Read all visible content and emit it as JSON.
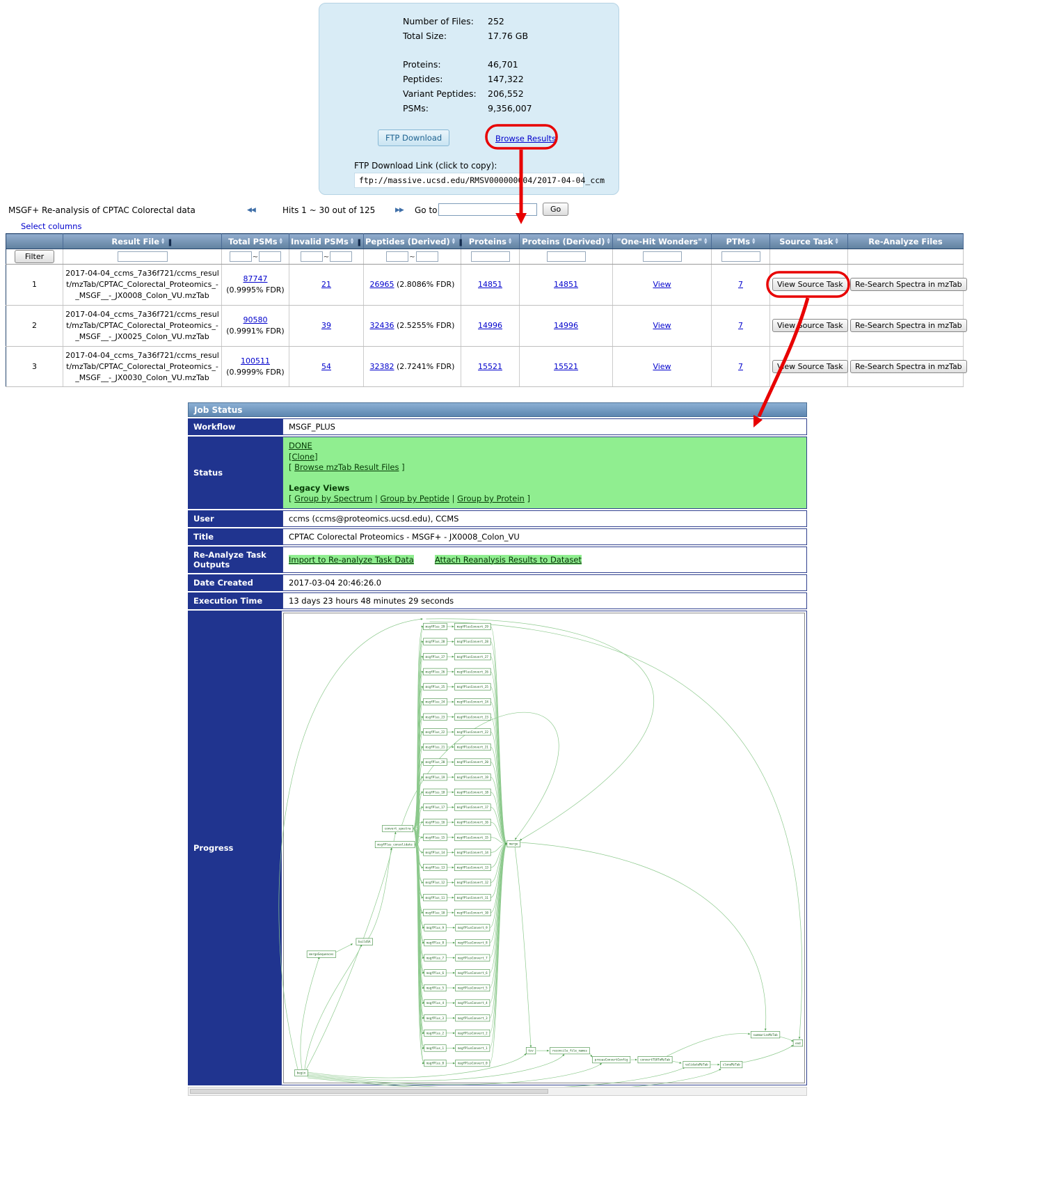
{
  "summary_panel": {
    "rows": [
      {
        "label": "Number of Files:",
        "value": "252"
      },
      {
        "label": "Total Size:",
        "value": "17.76 GB"
      },
      {
        "label": "Proteins:",
        "value": "46,701",
        "gap_before": true
      },
      {
        "label": "Peptides:",
        "value": "147,322"
      },
      {
        "label": "Variant Peptides:",
        "value": "206,552"
      },
      {
        "label": "PSMs:",
        "value": "9,356,007"
      }
    ],
    "ftp_download_label": "FTP Download",
    "browse_results_label": "Browse Results",
    "ftp_link_caption": "FTP Download Link (click to copy):",
    "ftp_link_url": "ftp://massive.ucsd.edu/RMSV000000004/2017-04-04_ccm"
  },
  "results_table": {
    "title": "MSGF+ Re-analysis of CPTAC Colorectal data",
    "hits_text": "Hits 1 ~ 30 out of 125",
    "goto_label": "Go to",
    "go_button_label": "Go",
    "select_columns_label": "Select columns",
    "filter_button_label": "Filter",
    "icons": {
      "pager_prev": "◀◀",
      "pager_next": "▶▶",
      "sort_asc": "▲",
      "sort_desc": "▼",
      "header_divider": "❚"
    },
    "columns": [
      {
        "label": "",
        "sortable": false,
        "divider": false,
        "filter": "button"
      },
      {
        "label": "Result File",
        "sortable": true,
        "divider": true,
        "filter": "single-wide"
      },
      {
        "label": "Total PSMs",
        "sortable": true,
        "divider": false,
        "filter": "range"
      },
      {
        "label": "Invalid PSMs",
        "sortable": true,
        "divider": true,
        "filter": "range"
      },
      {
        "label": "Peptides (Derived)",
        "sortable": true,
        "divider": true,
        "filter": "range"
      },
      {
        "label": "Proteins",
        "sortable": true,
        "divider": false,
        "filter": "single"
      },
      {
        "label": "Proteins (Derived)",
        "sortable": true,
        "divider": false,
        "filter": "single"
      },
      {
        "label": "\"One-Hit Wonders\"",
        "sortable": true,
        "divider": false,
        "filter": "single"
      },
      {
        "label": "PTMs",
        "sortable": true,
        "divider": false,
        "filter": "single"
      },
      {
        "label": "Source Task",
        "sortable": true,
        "divider": false,
        "filter": "none"
      },
      {
        "label": "Re-Analyze Files",
        "sortable": false,
        "divider": false,
        "filter": "none"
      }
    ],
    "source_task_button_label": "View Source Task",
    "reanalyze_button_label": "Re-Search Spectra in mzTab",
    "rows": [
      {
        "index": "1",
        "result_file": "2017-04-04_ccms_7a36f721/ccms_result/mzTab/CPTAC_Colorectal_Proteomics_-_MSGF__-_JX0008_Colon_VU.mzTab",
        "total_psms": "87747",
        "total_psms_fdr": "(0.9995% FDR)",
        "invalid_psms": "21",
        "peptides": "26965",
        "peptides_fdr": "(2.8086% FDR)",
        "proteins": "14851",
        "proteins_derived": "14851",
        "one_hit_wonders": "View",
        "ptms": "7"
      },
      {
        "index": "2",
        "result_file": "2017-04-04_ccms_7a36f721/ccms_result/mzTab/CPTAC_Colorectal_Proteomics_-_MSGF__-_JX0025_Colon_VU.mzTab",
        "total_psms": "90580",
        "total_psms_fdr": "(0.9991% FDR)",
        "invalid_psms": "39",
        "peptides": "32436",
        "peptides_fdr": "(2.5255% FDR)",
        "proteins": "14996",
        "proteins_derived": "14996",
        "one_hit_wonders": "View",
        "ptms": "7"
      },
      {
        "index": "3",
        "result_file": "2017-04-04_ccms_7a36f721/ccms_result/mzTab/CPTAC_Colorectal_Proteomics_-_MSGF__-_JX0030_Colon_VU.mzTab",
        "total_psms": "100511",
        "total_psms_fdr": "(0.9999% FDR)",
        "invalid_psms": "54",
        "peptides": "32382",
        "peptides_fdr": "(2.7241% FDR)",
        "proteins": "15521",
        "proteins_derived": "15521",
        "one_hit_wonders": "View",
        "ptms": "7"
      }
    ]
  },
  "job_status": {
    "header": "Job Status",
    "labels": {
      "workflow": "Workflow",
      "status": "Status",
      "user": "User",
      "title": "Title",
      "reanalyze": "Re-Analyze Task Outputs",
      "date_created": "Date Created",
      "execution_time": "Execution Time",
      "progress": "Progress"
    },
    "workflow": "MSGF_PLUS",
    "status": {
      "done": "DONE",
      "clone": "[Clone]",
      "browse_open": "[ ",
      "browse_link": "Browse mzTab Result Files",
      "browse_close": " ]",
      "legacy_title": "Legacy Views",
      "group_open": "[ ",
      "group_spectrum": "Group by Spectrum",
      "sep1": " | ",
      "group_peptide": "Group by Peptide",
      "sep2": " | ",
      "group_protein": "Group by Protein",
      "group_close": " ]"
    },
    "user": "ccms (ccms@proteomics.ucsd.edu), CCMS",
    "title": "CPTAC Colorectal Proteomics - MSGF+ - JX0008_Colon_VU",
    "reanalyze_links": [
      "Import to Re-analyze Task Data",
      "Attach Reanalysis Results to Dataset"
    ],
    "date_created": "2017-03-04 20:46:26.0",
    "execution_time": "13 days 23 hours 48 minutes 29 seconds",
    "progress_graph": {
      "parallel_count": 30,
      "left_prefix": "msgfPlus_",
      "right_prefix": "msgfPlusConvert_",
      "hub_nodes": [
        "convert_spectra",
        "msgfPlus_consolidate",
        "merge",
        "buildSA",
        "mergeSequences",
        "begin",
        "tsv",
        "reconcile_file_names",
        "prosasConvertConfig",
        "convertTSVToMzTab",
        "validateMzTab",
        "cloneMzTab",
        "summarizeMzTab",
        "end"
      ]
    }
  },
  "annotations": {
    "accent_color": "#e80000"
  }
}
